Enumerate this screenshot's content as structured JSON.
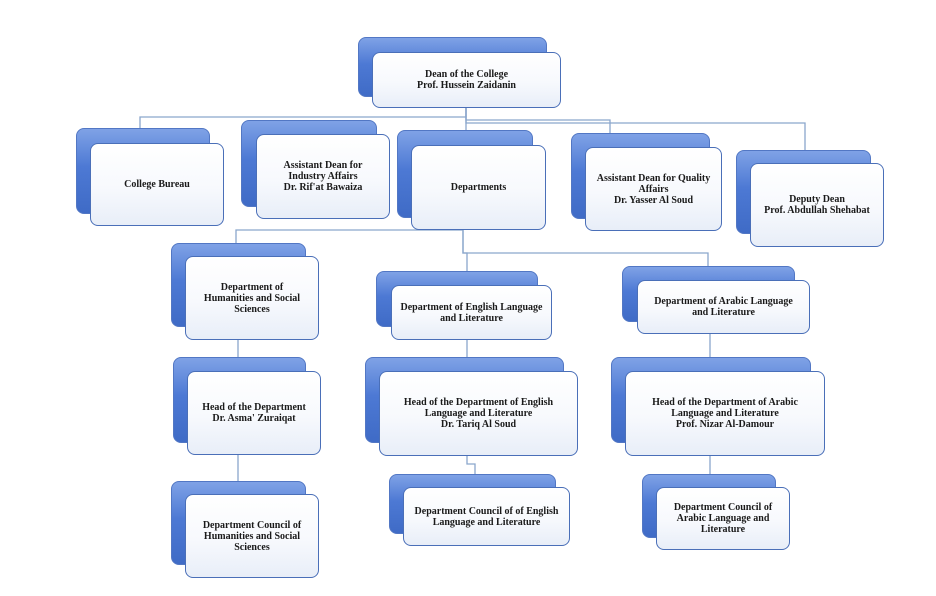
{
  "nodes": {
    "dean": {
      "line1": "Dean of the College",
      "line2": "Prof. Hussein Zaidanin"
    },
    "bureau": {
      "line1": "College Bureau"
    },
    "industry": {
      "line1": "Assistant Dean for",
      "line2": "Industry Affairs",
      "line3": "Dr. Rif'at Bawaiza"
    },
    "departments": {
      "line1": "Departments"
    },
    "quality": {
      "line1": "Assistant Dean for Quality",
      "line2": "Affairs",
      "line3": "Dr. Yasser Al Soud"
    },
    "deputy": {
      "line1": "Deputy Dean",
      "line2": "Prof. Abdullah Shehabat"
    },
    "humanities": {
      "line1": "Department of",
      "line2": "Humanities and Social",
      "line3": "Sciences"
    },
    "english": {
      "line1": "Department of English Language",
      "line2": "and Literature"
    },
    "arabic": {
      "line1": "Department of Arabic Language",
      "line2": "and Literature"
    },
    "hum_head": {
      "line1": "Head of the Department",
      "line2": "Dr. Asma' Zuraiqat"
    },
    "eng_head": {
      "line1": "Head of the Department of English",
      "line2": "Language and Literature",
      "line3": "Dr. Tariq Al Soud"
    },
    "ara_head": {
      "line1": "Head of the Department of Arabic",
      "line2": "Language and Literature",
      "line3": "Prof. Nizar Al-Damour"
    },
    "hum_council": {
      "line1": "Department Council of",
      "line2": "Humanities and Social",
      "line3": "Sciences"
    },
    "eng_council": {
      "line1": "Department Council of of English",
      "line2": "Language and Literature"
    },
    "ara_council": {
      "line1": "Department Council of",
      "line2": "Arabic Language and",
      "line3": "Literature"
    }
  },
  "colors": {
    "connector": "#8aa6cc",
    "box_back": "#4d79d4",
    "box_border": "#4a6fb8"
  }
}
